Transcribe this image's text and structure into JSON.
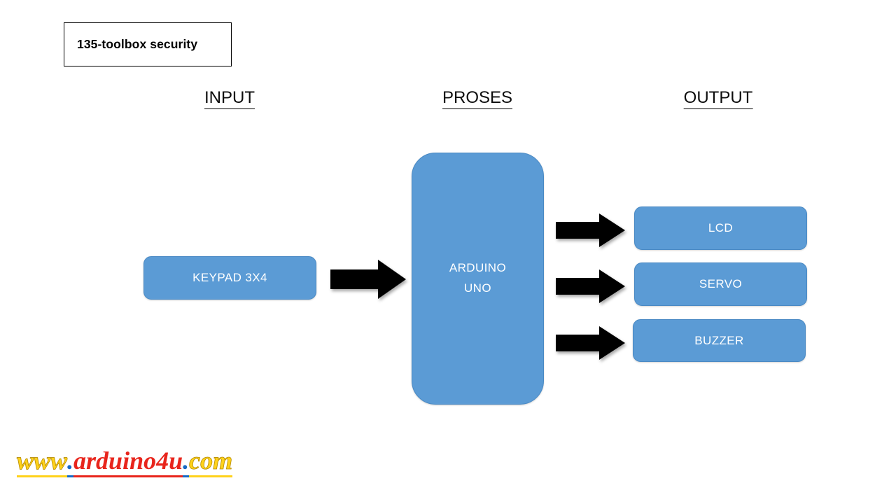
{
  "title_box": {
    "text": "135-toolbox security"
  },
  "headers": [
    {
      "label": "INPUT",
      "name": "header-input"
    },
    {
      "label": "PROSES",
      "name": "header-proses"
    },
    {
      "label": "OUTPUT",
      "name": "header-output"
    }
  ],
  "input": {
    "blocks": [
      {
        "label": "KEYPAD 3X4"
      }
    ]
  },
  "process": {
    "blocks": [
      {
        "line1": "ARDUINO",
        "line2": "UNO"
      }
    ]
  },
  "output": {
    "blocks": [
      {
        "label": "LCD"
      },
      {
        "label": "SERVO"
      },
      {
        "label": "BUZZER"
      }
    ]
  },
  "arrows": [
    {
      "name": "arrow-keypad-to-arduino"
    },
    {
      "name": "arrow-arduino-to-lcd"
    },
    {
      "name": "arrow-arduino-to-servo"
    },
    {
      "name": "arrow-arduino-to-buzzer"
    }
  ],
  "watermark": {
    "seg1": "www",
    "dot1": ".",
    "seg2": "arduino4u",
    "dot2": ".",
    "seg3": "com"
  },
  "colors": {
    "block_fill": "#5B9BD5",
    "block_border": "#4989C4",
    "block_text": "#FFFFFF",
    "arrow_fill": "#000000",
    "page_background": "#FFFFFF",
    "watermark_yellow": "#FFD21A",
    "watermark_red": "#E8251C",
    "watermark_blue": "#1668C4"
  }
}
